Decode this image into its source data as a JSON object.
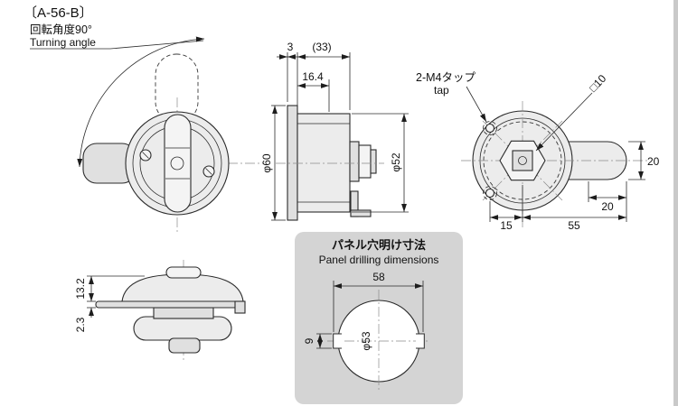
{
  "page": {
    "title": "〔A-56-B〕"
  },
  "front_view": {
    "turning_angle_jp": "回転角度90°",
    "turning_angle_en": "Turning angle"
  },
  "side_view": {
    "dim_3": "3",
    "dim_33": "(33)",
    "dim_16_4": "16.4",
    "dia_60": "φ60",
    "dia_52": "φ52"
  },
  "rear_view": {
    "tap_label_jp": "2-M4タップ",
    "tap_label_en": "tap",
    "square_label": "□10",
    "dim_20_height": "20",
    "dim_20_end": "20",
    "dim_15": "15",
    "dim_55": "55"
  },
  "bottom_view": {
    "dim_13_2": "13.2",
    "dim_2_3": "2.3"
  },
  "panel": {
    "title_jp": "パネル穴明け寸法",
    "title_en": "Panel drilling dimensions",
    "dim_58": "58",
    "dia_53": "φ53",
    "dim_9": "9"
  },
  "colors": {
    "line": "#2b2b2b",
    "part_fill": "#ececec",
    "panel_box": "#d4d4d4",
    "background": "#ffffff"
  }
}
